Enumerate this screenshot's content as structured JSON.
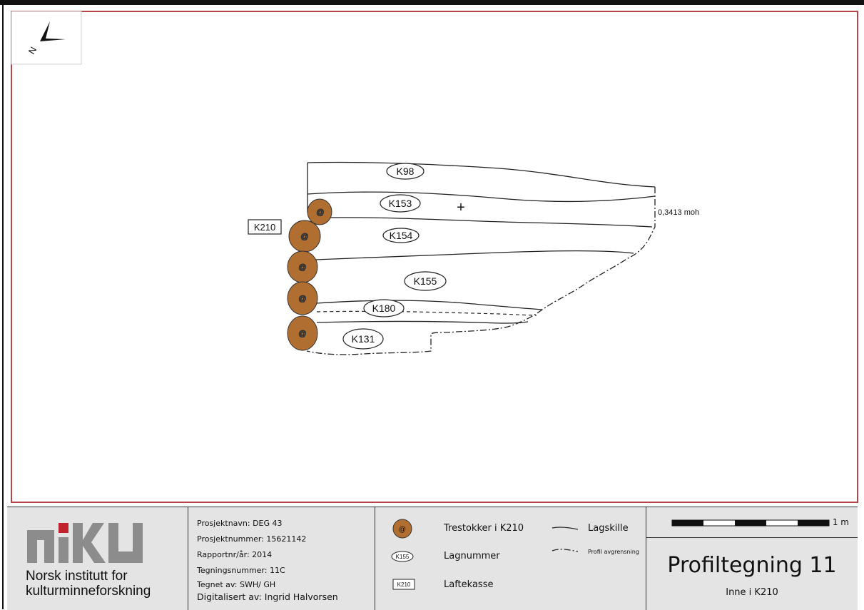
{
  "drawing": {
    "layer_labels": [
      "K98",
      "K153",
      "K154",
      "K155",
      "K180",
      "K131"
    ],
    "box_label": "K210",
    "elevation": "0,3413 moh",
    "north_letter": "N"
  },
  "footer": {
    "logo_text": "NIKU",
    "org_line1": "Norsk institutt for",
    "org_line2": "kulturminneforskning",
    "info": {
      "project_name": "Prosjektnavn: DEG 43",
      "project_number": "Prosjektnummer: 15621142",
      "report": "Rapportnr/år: 2014",
      "drawing_number": "Tegningsnummer: 11C",
      "drawn_by": "Tegnet av: SWH/ GH",
      "digitized_by": "Digitalisert av: Ingrid Halvorsen"
    },
    "legend": {
      "log_label": "Trestokker i K210",
      "layer_number_symbol": "K155",
      "layer_number_label": "Lagnummer",
      "box_symbol": "K210",
      "box_label": "Laftekasse",
      "layer_boundary_label": "Lagskille",
      "profile_boundary_label": "Profil avgrensning"
    },
    "scale_label": "1 m",
    "title": "Profiltegning 11",
    "subtitle": "Inne i K210"
  },
  "colors": {
    "frame": "#b5464b",
    "log_fill": "#b06f31",
    "brand_red": "#c0232b",
    "brand_grey": "#8c8c8c"
  }
}
